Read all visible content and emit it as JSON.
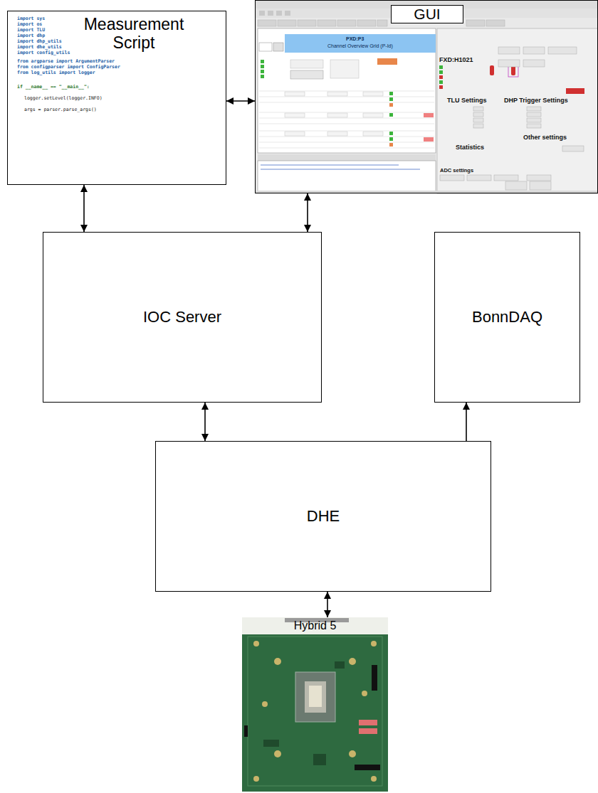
{
  "diagram": {
    "nodes": [
      {
        "text": [
          "Measurement Script"
        ]
      },
      {
        "text": [
          "GUI"
        ]
      },
      {
        "text": [
          "IOC Server"
        ]
      },
      {
        "text": [
          "BonnDAQ"
        ]
      },
      {
        "text": [
          "DHE"
        ]
      },
      {
        "text": [
          "Hybrid 5"
        ]
      }
    ],
    "edges": [
      {
        "from": 0,
        "to": 1,
        "arrow": "both"
      },
      {
        "from": 0,
        "to": 2,
        "arrow": "both"
      },
      {
        "from": 1,
        "to": 2,
        "arrow": "both"
      },
      {
        "from": 2,
        "to": 4,
        "arrow": "both"
      },
      {
        "from": 4,
        "to": 3,
        "arrow": "to"
      },
      {
        "from": 4,
        "to": 5,
        "arrow": "both"
      }
    ],
    "labels": [
      "import sys",
      "import os",
      "import TLU",
      "import dhp",
      "import dhp_utils",
      "import dhe_utils",
      "import config_utils",
      "from argparse import ArgumentParser",
      "from configparser import ConfigParser",
      "from log_utils import logger",
      "if __name__ == \"__main__\":",
      "logger.setLevel(logger.INFO)",
      "args = parser.parse_args()",
      "PXD:P3",
      "Channel Overview Grid (P-Id)",
      "FXD:H1021",
      "TLU Settings",
      "DHP Trigger Settings",
      "Statistics",
      "Other settings",
      "ADC settings"
    ]
  }
}
